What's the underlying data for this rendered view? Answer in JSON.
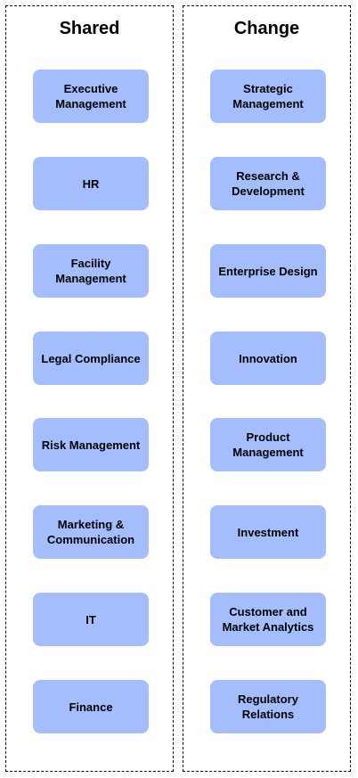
{
  "colors": {
    "box_fill": "#a4befd",
    "border": "#000000",
    "text": "#000000"
  },
  "columns": [
    {
      "title": "Shared",
      "items": [
        "Executive\nManagement",
        "HR",
        "Facility\nManagement",
        "Legal Compliance",
        "Risk Management",
        "Marketing &\nCommunication",
        "IT",
        "Finance"
      ]
    },
    {
      "title": "Change",
      "items": [
        "Strategic\nManagement",
        "Research &\nDevelopment",
        "Enterprise Design",
        "Innovation",
        "Product\nManagement",
        "Investment",
        "Customer and\nMarket Analytics",
        "Regulatory\nRelations"
      ]
    }
  ]
}
